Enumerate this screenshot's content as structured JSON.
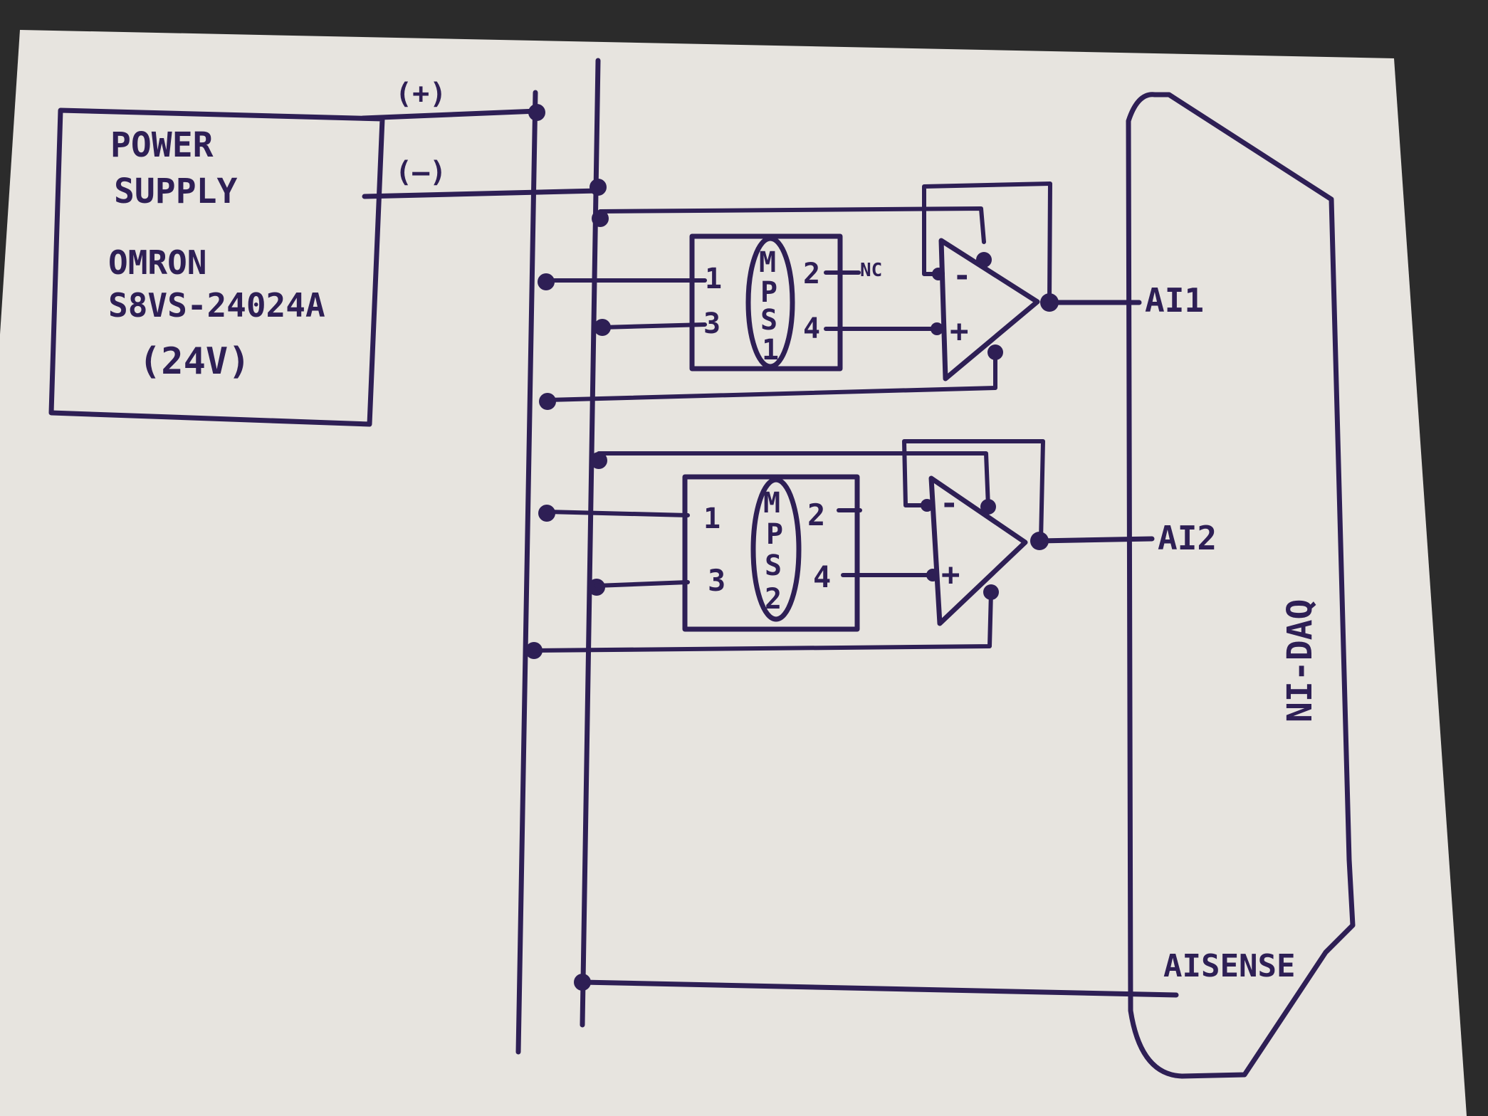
{
  "power_supply": {
    "title_line1": "POWER",
    "title_line2": "SUPPLY",
    "brand": "OMRON",
    "model": "S8VS-24024A",
    "voltage": "(24V)",
    "plus_terminal": "(+)",
    "minus_terminal": "(–)"
  },
  "mps1": {
    "name_letters": [
      "M",
      "P",
      "S",
      "1"
    ],
    "pin1": "1",
    "pin2": "2",
    "pin3": "3",
    "pin4": "4",
    "nc_label": "NC"
  },
  "mps2": {
    "name_letters": [
      "M",
      "P",
      "S",
      "2"
    ],
    "pin1": "1",
    "pin2": "2",
    "pin3": "3",
    "pin4": "4"
  },
  "opamp1": {
    "minus": "-",
    "plus": "+"
  },
  "opamp2": {
    "minus": "-",
    "plus": "+"
  },
  "daq": {
    "name": "NI-DAQ",
    "ai1": "AI1",
    "ai2": "AI2",
    "aisense": "AISENSE"
  },
  "colors": {
    "ink": "#2e1f55",
    "paper": "#e7e4df",
    "background": "#2b2b2b"
  }
}
